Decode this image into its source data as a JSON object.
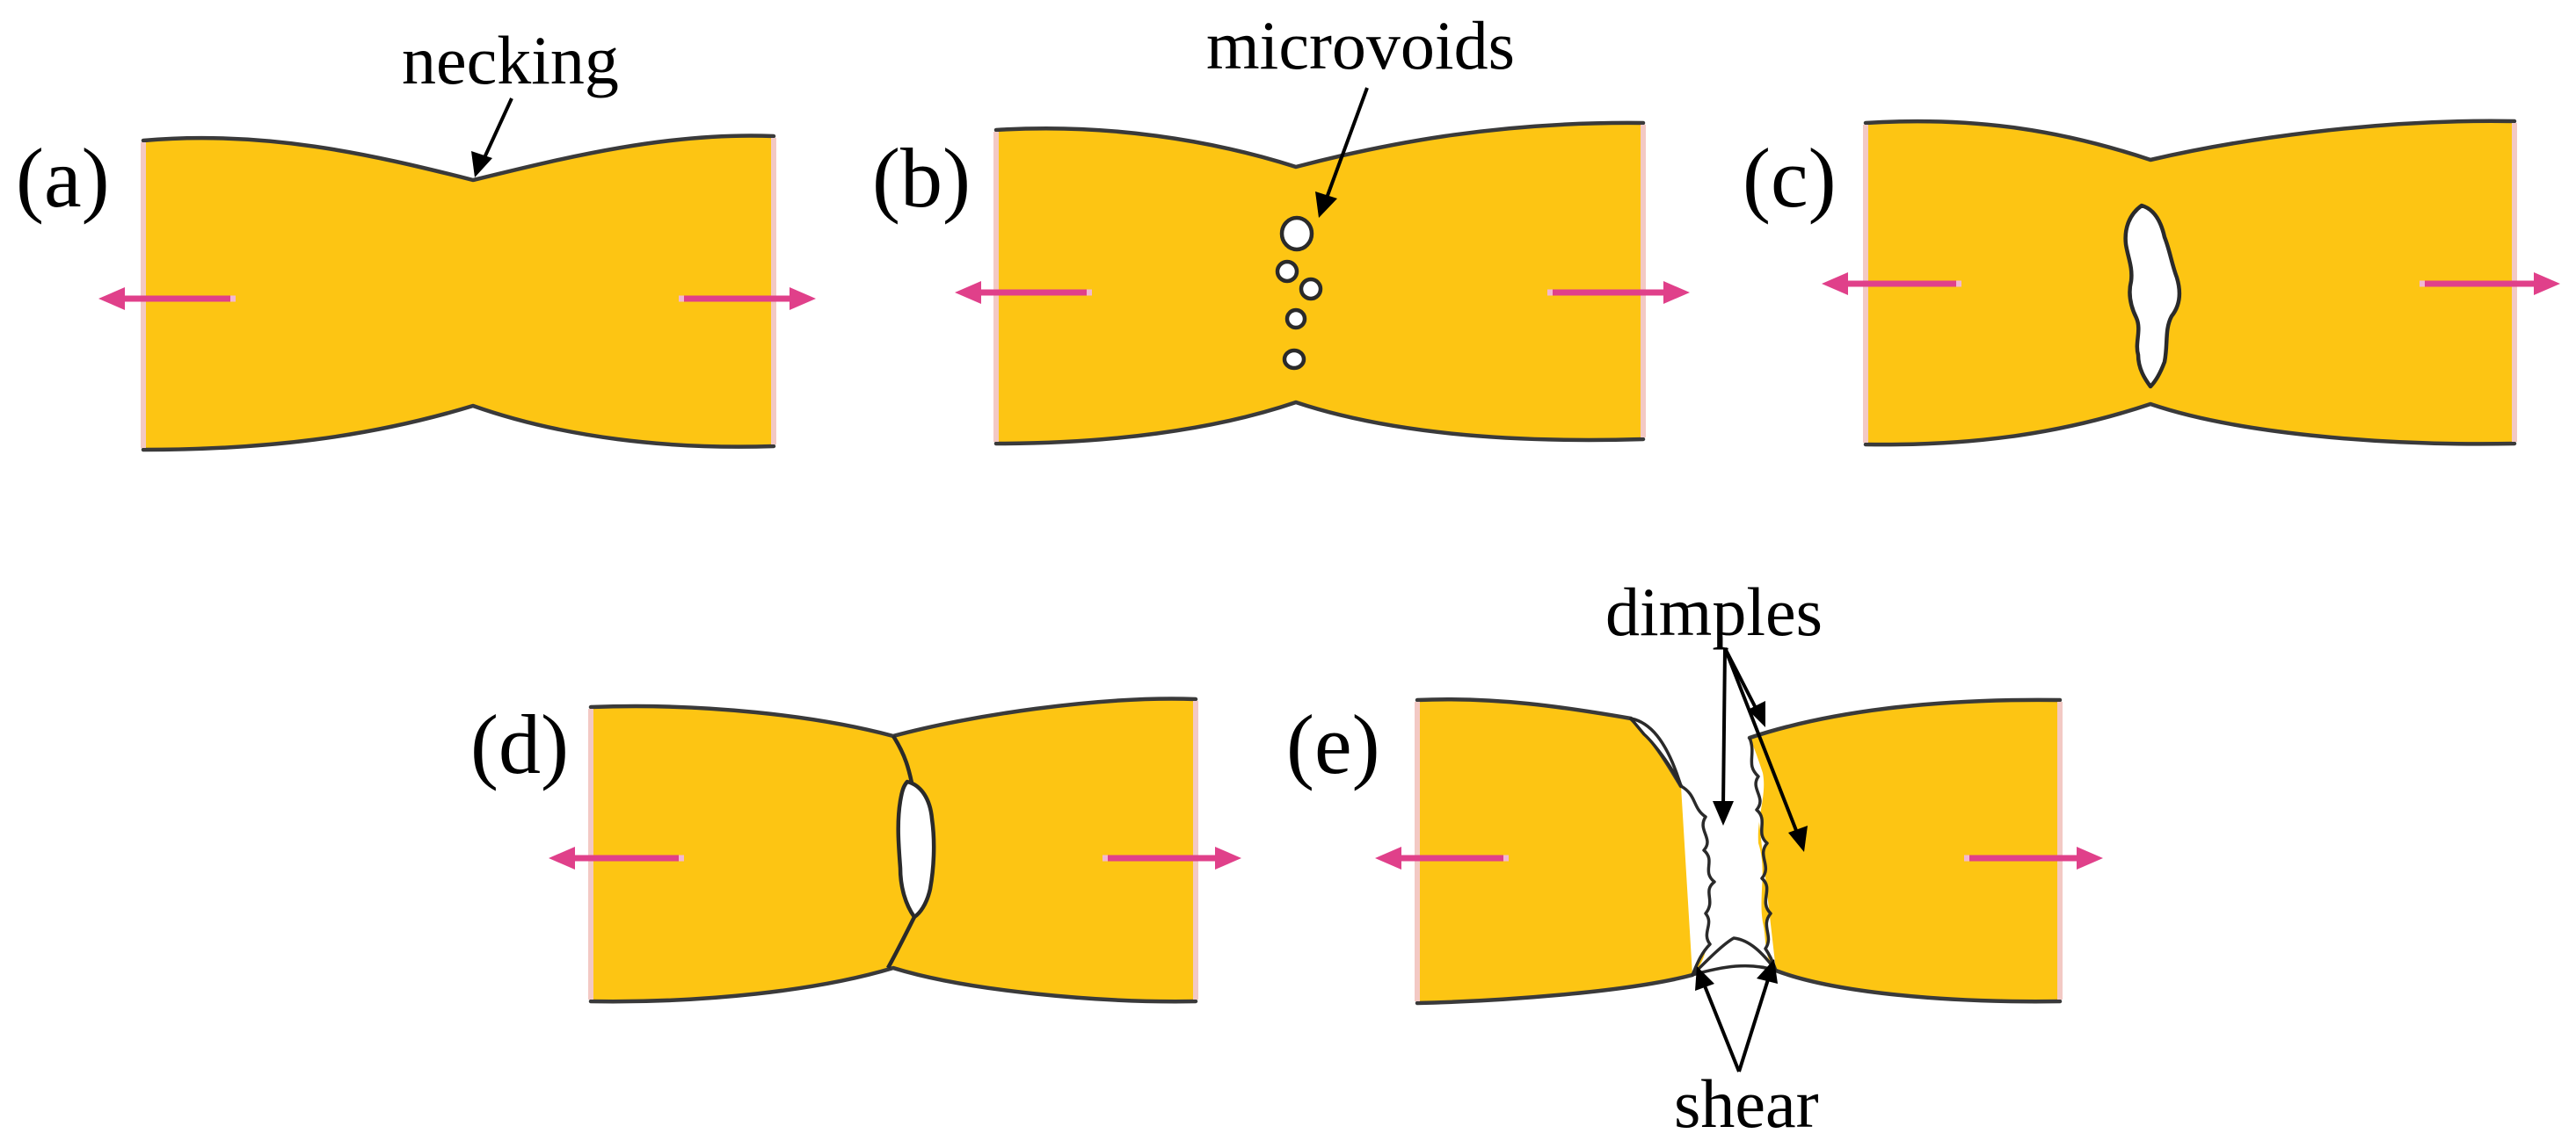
{
  "panels": [
    {
      "id": "a",
      "label": "(a)"
    },
    {
      "id": "b",
      "label": "(b)"
    },
    {
      "id": "c",
      "label": "(c)"
    },
    {
      "id": "d",
      "label": "(d)"
    },
    {
      "id": "e",
      "label": "(e)"
    }
  ],
  "annotations": {
    "necking": "necking",
    "microvoids": "microvoids",
    "dimples": "dimples",
    "shear": "shear"
  },
  "colors": {
    "specimen_fill": "#FDC513",
    "tension_arrow": "#E0408A",
    "outline": "#3a3a3a"
  }
}
